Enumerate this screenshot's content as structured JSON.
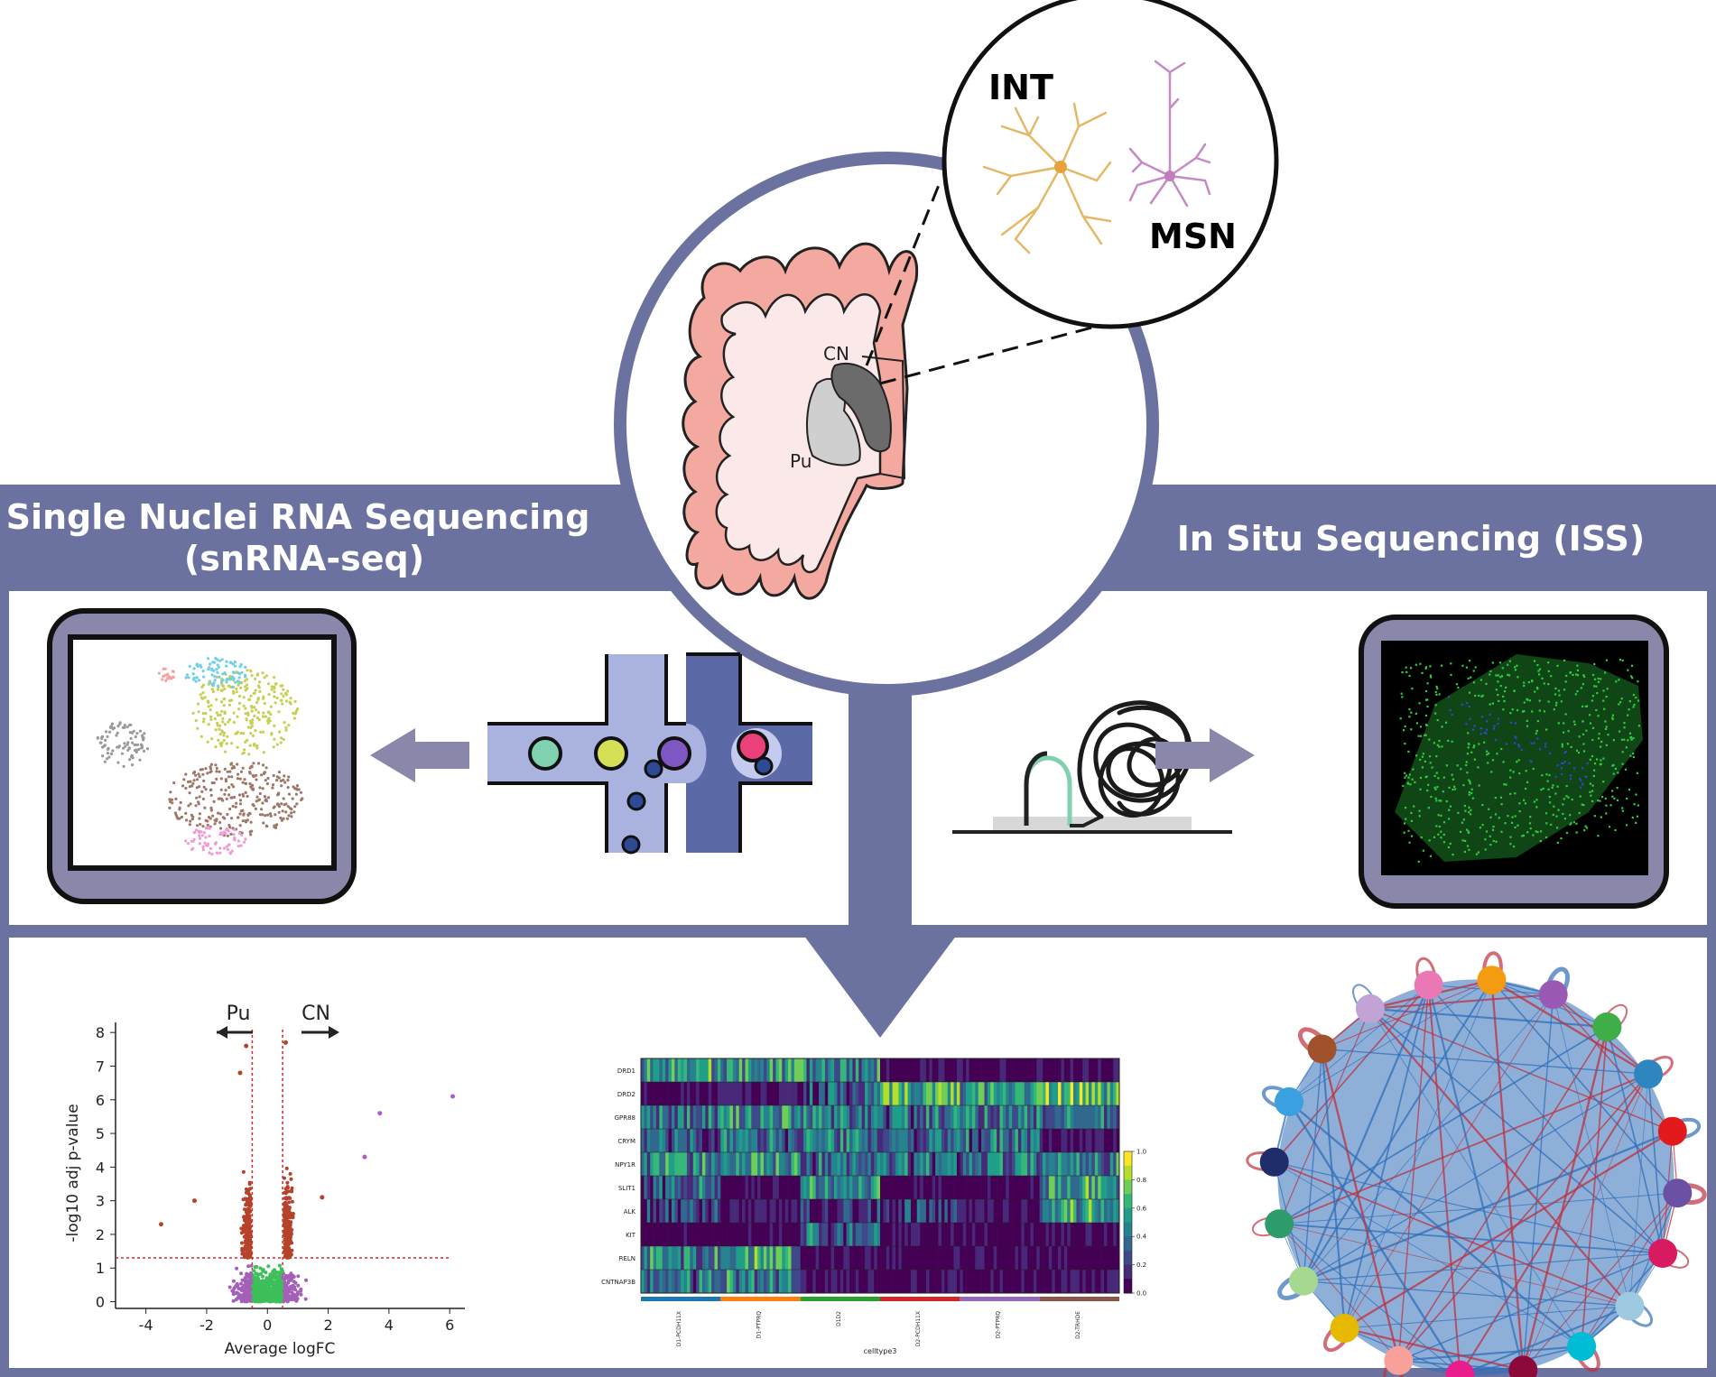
{
  "colors": {
    "frame": "#6b72a0",
    "panel_inner": "#8a88aa",
    "brain_pink": "#f4a9a0",
    "brain_light": "#fbe9ea",
    "channel_light": "#aab3df",
    "channel_dark": "#5b6aa6",
    "heat_low": "#440154",
    "heat_mid": "#21908d",
    "heat_high": "#fde725",
    "umap_green": "#2ecc40",
    "umap_blue": "#2a4ad0",
    "volcano_red": "#b5432c",
    "volcano_purple": "#a460b8",
    "volcano_green": "#3dbf5a",
    "network_blue": "#2f6eb8",
    "network_red": "#c0303e"
  },
  "headers": {
    "left_line1": "Single Nuclei RNA Sequencing",
    "left_line2": "(snRNA-seq)",
    "right": "In Situ Sequencing (ISS)"
  },
  "brain": {
    "label_cn": "CN",
    "label_pu": "Pu"
  },
  "inset": {
    "label_int": "INT",
    "label_msn": "MSN"
  },
  "icons": [
    "arrow-left-icon",
    "arrow-right-icon",
    "microfluidic-channel-icon",
    "padlock-probe-icon",
    "rolling-circle-product-icon",
    "neuron-icon"
  ],
  "volcano": {
    "ylabel": "-log10 adj p-value",
    "xlabel": "Average logFC",
    "left_label": "Pu",
    "right_label": "CN",
    "xticks": [
      "-4",
      "-2",
      "0",
      "2",
      "4",
      "6"
    ],
    "yticks": [
      "0",
      "1",
      "2",
      "3",
      "4",
      "5",
      "6",
      "7",
      "8"
    ]
  },
  "chart_data": [
    {
      "type": "scatter",
      "subtype": "volcano",
      "xlabel": "Average logFC",
      "ylabel": "-log10 adj p-value",
      "xlim": [
        -5,
        6.5
      ],
      "ylim": [
        -0.2,
        8.3
      ],
      "threshold_p": 1.3,
      "threshold_fc": [
        -0.5,
        0.5
      ],
      "annotations": [
        "Pu",
        "CN"
      ],
      "points": [
        {
          "x": 6.1,
          "y": 6.1
        },
        {
          "x": 3.7,
          "y": 5.6
        },
        {
          "x": 3.2,
          "y": 4.3
        },
        {
          "x": -2.4,
          "y": 3.0
        },
        {
          "x": -3.5,
          "y": 2.3
        },
        {
          "x": 1.8,
          "y": 3.1
        },
        {
          "x": -0.7,
          "y": 7.6
        },
        {
          "x": 0.6,
          "y": 7.7
        },
        {
          "x": -0.9,
          "y": 6.8
        }
      ]
    },
    {
      "type": "heatmap",
      "xlabel": "celltype3",
      "rows": [
        "DRD1",
        "DRD2",
        "GPR88",
        "CRYM",
        "NPY1R",
        "SLIT1",
        "ALK",
        "KIT",
        "RELN",
        "CNTNAP3B"
      ],
      "columns": [
        "D1-PCDH11X",
        "D1-PTPRQ",
        "D1D2",
        "D2-PCDH11X",
        "D2-PTPRQ",
        "D2-TRHDE"
      ],
      "column_colors": [
        "#1f77b4",
        "#ff7f0e",
        "#2ca02c",
        "#d62728",
        "#9467bd",
        "#8c564b"
      ],
      "colorbar_range": [
        0.0,
        1.0
      ],
      "colorbar_ticks": [
        "0.0",
        "0.2",
        "0.4",
        "0.6",
        "0.8",
        "1.0"
      ],
      "mean_expression": [
        [
          0.55,
          0.5,
          0.45,
          0.05,
          0.05,
          0.05
        ],
        [
          0.05,
          0.1,
          0.25,
          0.6,
          0.55,
          0.65
        ],
        [
          0.4,
          0.45,
          0.4,
          0.35,
          0.4,
          0.35
        ],
        [
          0.3,
          0.35,
          0.4,
          0.3,
          0.35,
          0.1
        ],
        [
          0.45,
          0.5,
          0.35,
          0.35,
          0.4,
          0.45
        ],
        [
          0.35,
          0.05,
          0.5,
          0.05,
          0.05,
          0.55
        ],
        [
          0.2,
          0.1,
          0.15,
          0.15,
          0.1,
          0.55
        ],
        [
          0.05,
          0.05,
          0.35,
          0.05,
          0.05,
          0.05
        ],
        [
          0.45,
          0.55,
          0.05,
          0.05,
          0.05,
          0.05
        ],
        [
          0.35,
          0.45,
          0.1,
          0.05,
          0.05,
          0.1
        ]
      ]
    }
  ],
  "network": {
    "node_colors": [
      "#c2a3d6",
      "#e978b4",
      "#f39c12",
      "#9b59b6",
      "#3fae49",
      "#2e86c1",
      "#e31a1c",
      "#6a51a3",
      "#d81b60",
      "#9ecae1",
      "#00bcd4",
      "#8b0a3a",
      "#e91e8c",
      "#f7a19a",
      "#e6b800",
      "#a6d88f",
      "#2e9b6b",
      "#1f2d6b",
      "#3aa0e0",
      "#a0522d"
    ]
  }
}
